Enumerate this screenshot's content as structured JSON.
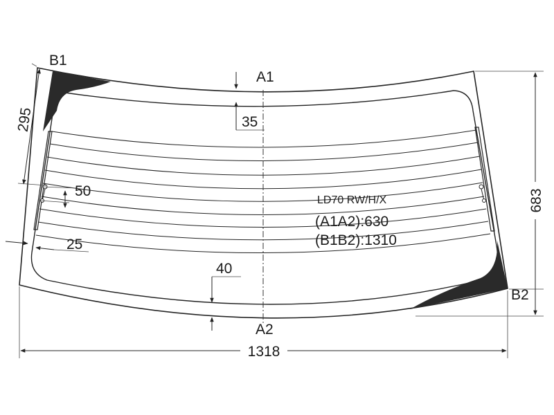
{
  "labels": {
    "b1": "B1",
    "a1": "A1",
    "a2": "A2",
    "b2": "B2"
  },
  "dimensions": {
    "top_left_height": "295",
    "top_gap": "35",
    "heater_gap": "50",
    "side_gap": "25",
    "bottom_gap": "40",
    "total_height": "683",
    "total_width": "1318"
  },
  "spec": {
    "model": "LD70 RW/H/X",
    "a1a2": "(A1A2):630",
    "b1b2": "(B1B2):1310"
  },
  "colors": {
    "line": "#222222",
    "ceramic": "#2a2a2a"
  }
}
